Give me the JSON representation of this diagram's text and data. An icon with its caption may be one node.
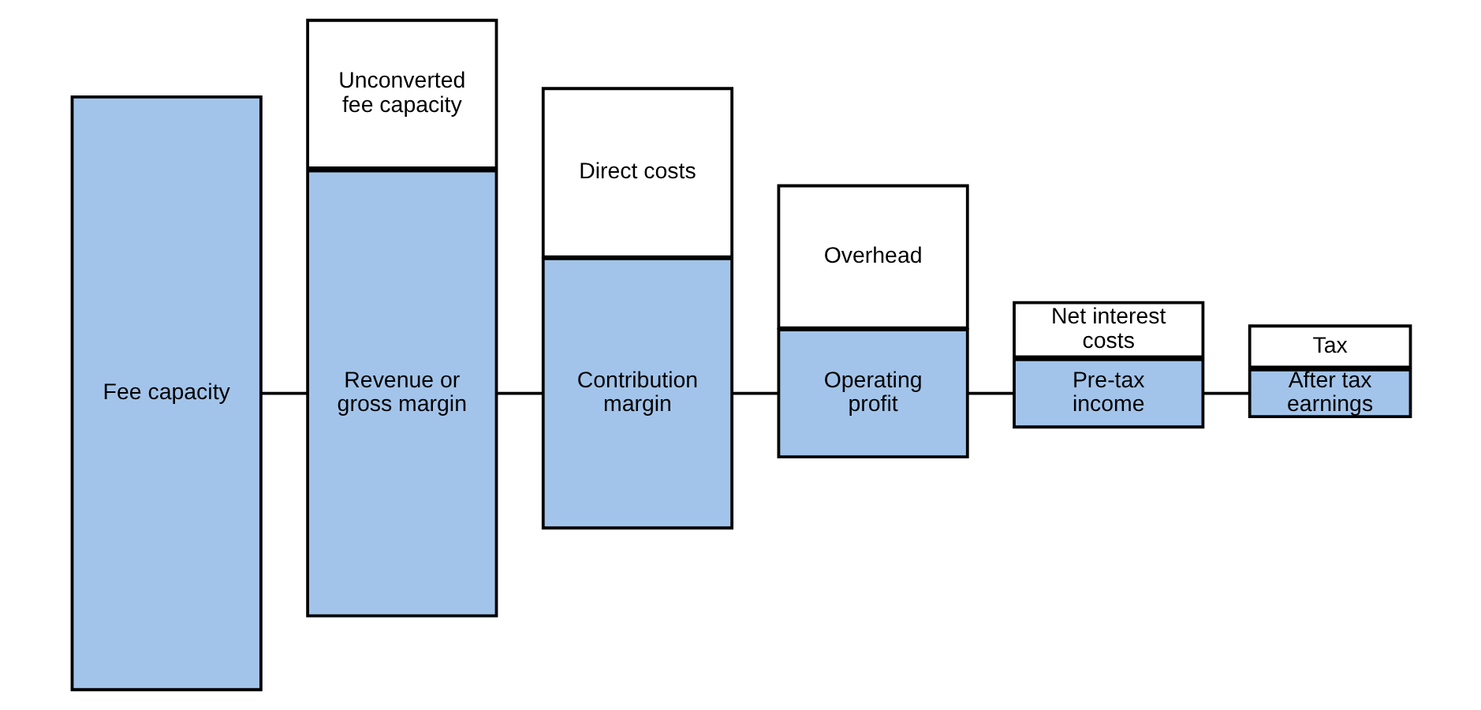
{
  "diagram": {
    "nodes": [
      {
        "text": [
          "Fee capacity"
        ]
      },
      {
        "text": [
          "Unconverted fee capacity"
        ]
      },
      {
        "text": [
          "Revenue or gross margin"
        ]
      },
      {
        "text": [
          "Direct costs"
        ]
      },
      {
        "text": [
          "Contribution margin"
        ]
      },
      {
        "text": [
          "Overhead"
        ]
      },
      {
        "text": [
          "Operating profit"
        ]
      },
      {
        "text": [
          "Net interest costs"
        ]
      },
      {
        "text": [
          "Pre-tax income"
        ]
      },
      {
        "text": [
          "Tax"
        ]
      },
      {
        "text": [
          "After tax earnings"
        ]
      }
    ],
    "edges": [
      {
        "from": 0,
        "to": 2,
        "arrow": "none"
      },
      {
        "from": 2,
        "to": 4,
        "arrow": "none"
      },
      {
        "from": 4,
        "to": 6,
        "arrow": "none"
      },
      {
        "from": 6,
        "to": 8,
        "arrow": "none"
      },
      {
        "from": 8,
        "to": 10,
        "arrow": "none"
      }
    ]
  }
}
